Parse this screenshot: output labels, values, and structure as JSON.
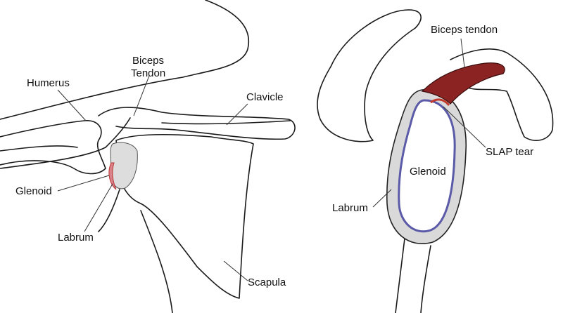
{
  "left_view": {
    "labels": {
      "biceps_tendon_line1": "Biceps",
      "biceps_tendon_line2": "Tendon",
      "humerus": "Humerus",
      "clavicle": "Clavicle",
      "glenoid": "Glenoid",
      "labrum": "Labrum",
      "scapula": "Scapula"
    }
  },
  "right_view": {
    "labels": {
      "biceps_tendon": "Biceps tendon",
      "slap_tear": "SLAP tear",
      "glenoid": "Glenoid",
      "labrum": "Labrum"
    }
  },
  "colors": {
    "tendon": "#8b2323",
    "labrum_fill": "#d9d9d9",
    "glenoid_rim": "#5a5aa8",
    "tear": "#c0392b"
  }
}
